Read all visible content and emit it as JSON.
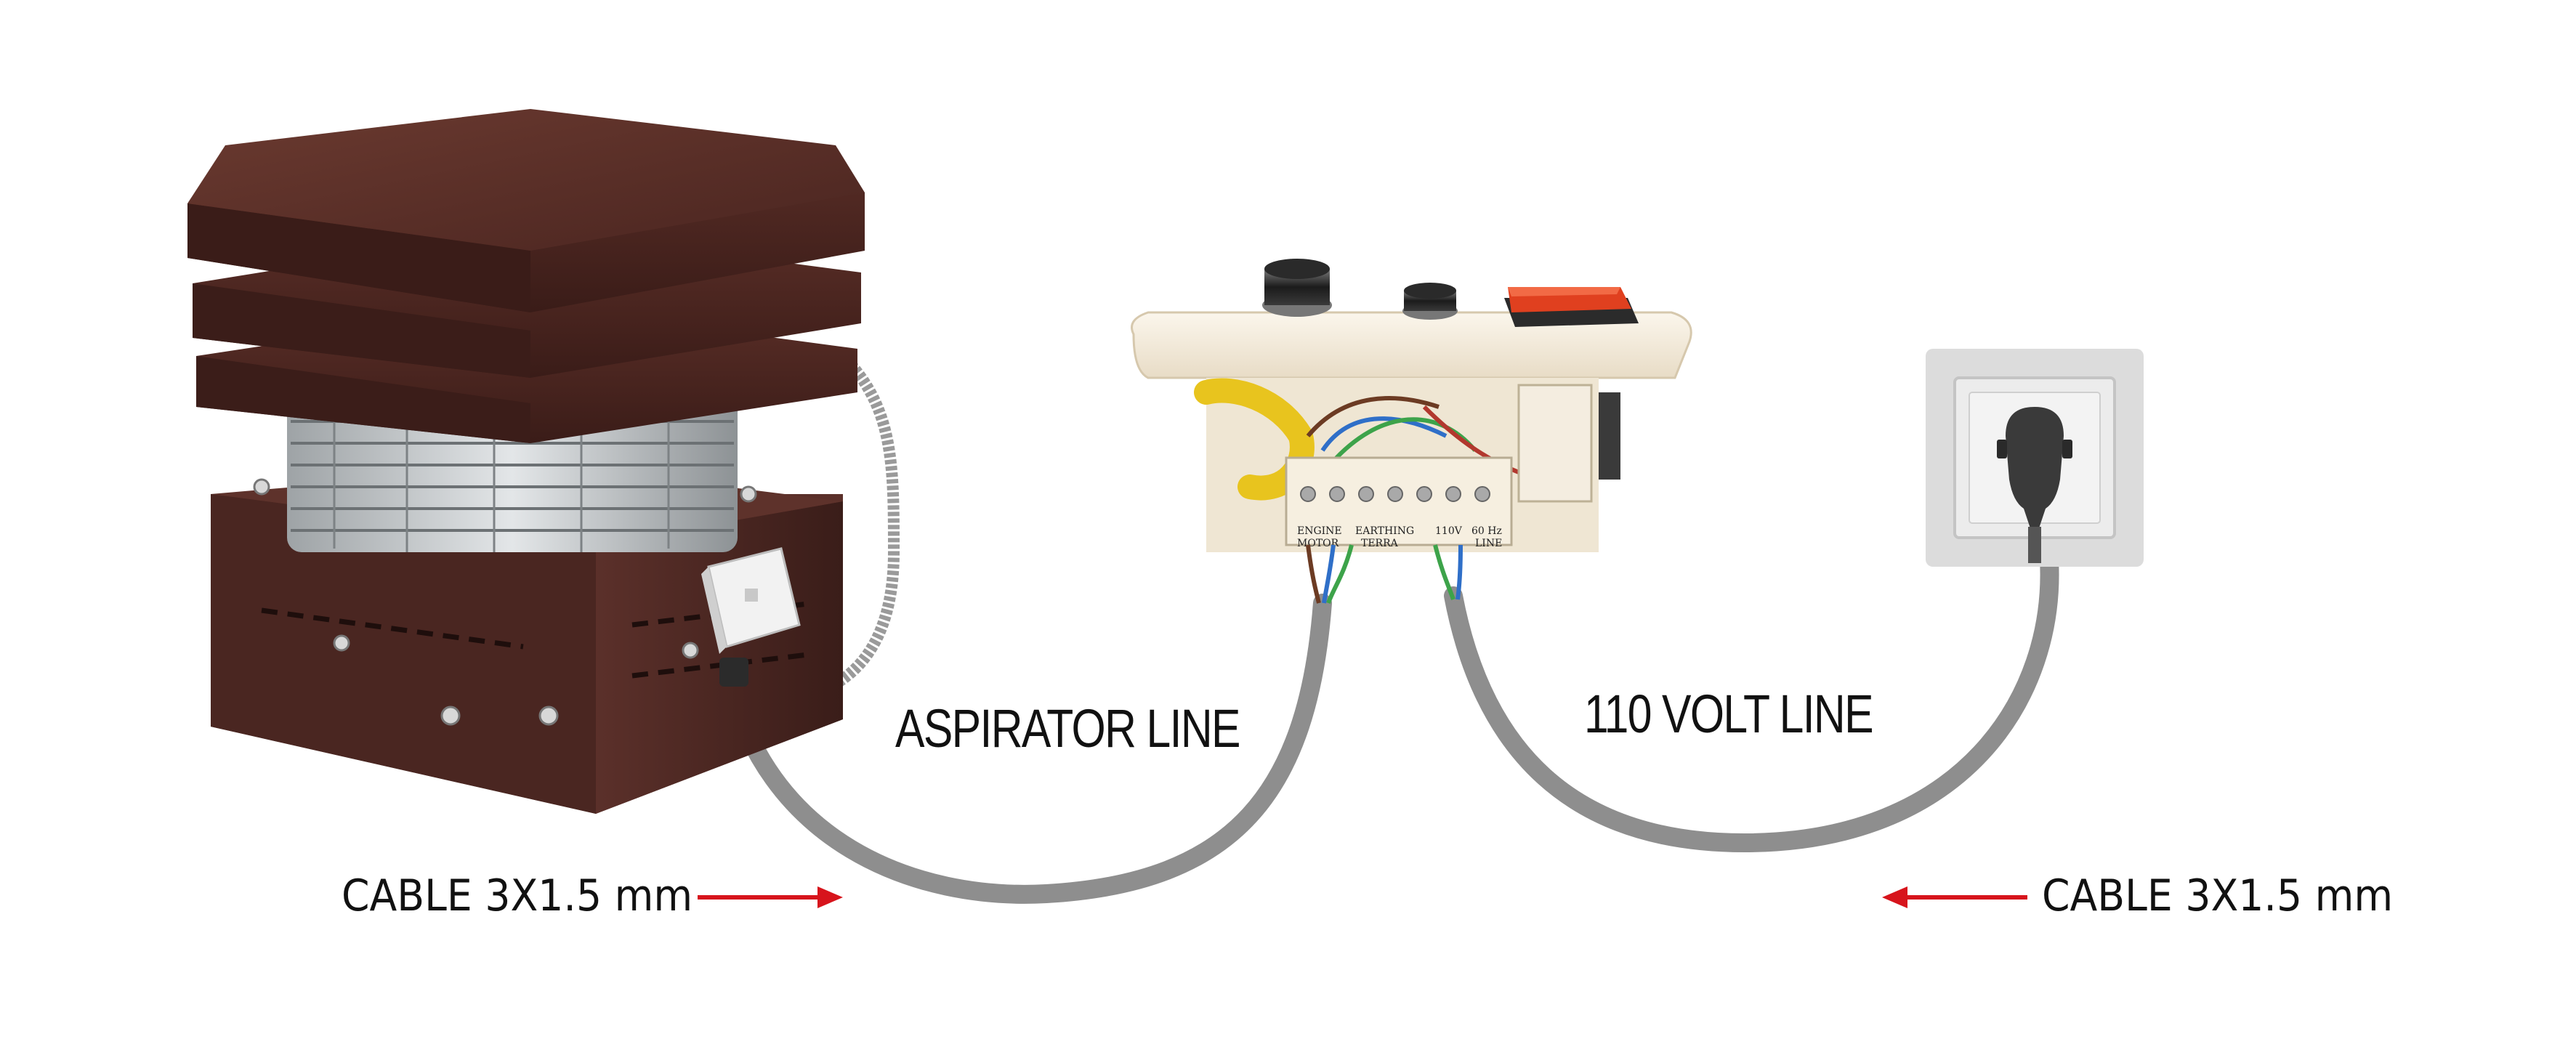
{
  "labels": {
    "aspirator_line": "ASPIRATOR LINE",
    "volt_line": "110 VOLT LINE",
    "cable_left": "CABLE 3X1.5 mm",
    "cable_right": "CABLE 3X1.5 mm"
  },
  "terminal_labels": {
    "engine": "ENGINE",
    "motor": "MOTOR",
    "earthing": "EARTHING",
    "terra": "TERRA",
    "v110": "110V",
    "hz": "60 Hz",
    "line": "LINE"
  },
  "colors": {
    "cable": "#8e8e8e",
    "arrow": "#d7141c",
    "fan_brown": "#4a2520",
    "panel_cream": "#f3ead9",
    "socket_gray": "#d9d9d9"
  }
}
